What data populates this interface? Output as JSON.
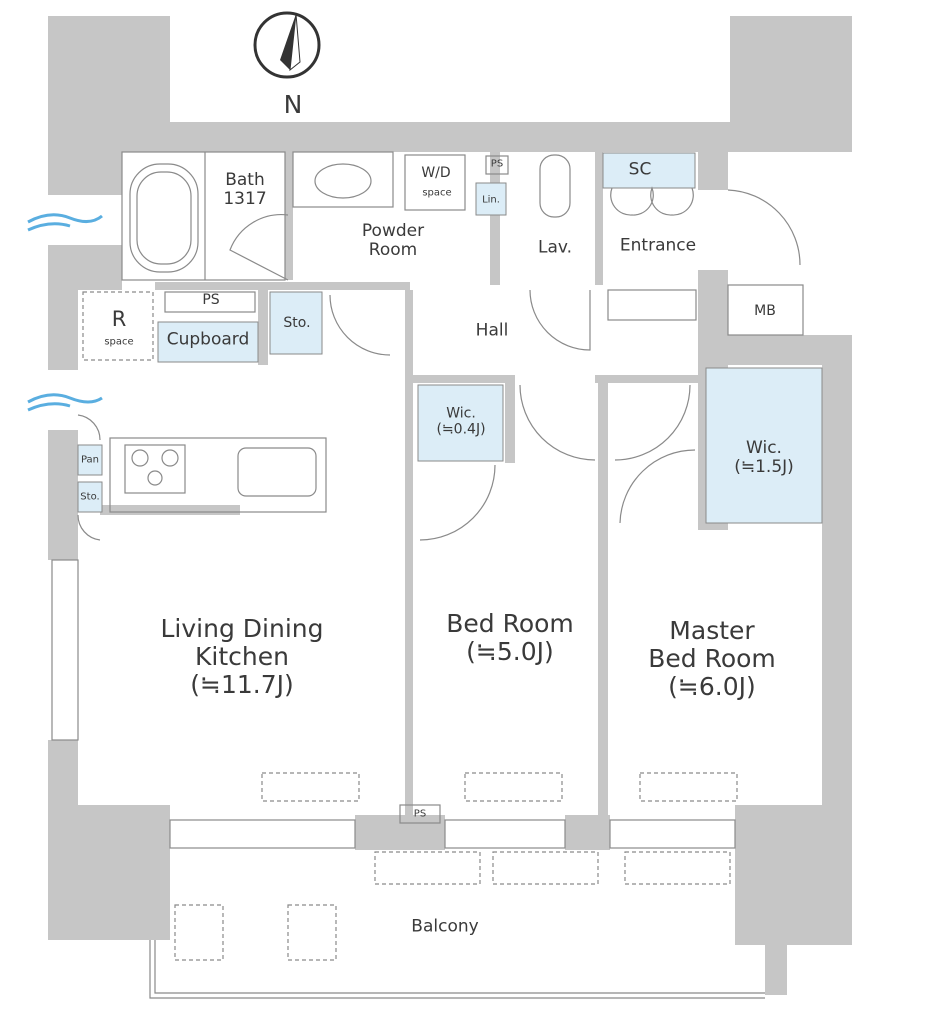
{
  "compass": {
    "label": "N"
  },
  "rooms": {
    "bath": [
      "Bath",
      "1317"
    ],
    "powder_room": [
      "Powder",
      "Room"
    ],
    "wd": "W/D",
    "wd_space": "space",
    "ps_top": "PS",
    "lin": "Lin.",
    "lav": "Lav.",
    "sc": "SC",
    "entrance": "Entrance",
    "mb": "MB",
    "r": "R",
    "r_space": "space",
    "ps_mid": "PS",
    "cupboard": "Cupboard",
    "sto_top": "Sto.",
    "hall": "Hall",
    "wic_small": [
      "Wic.",
      "(≒0.4J)"
    ],
    "wic_large": [
      "Wic.",
      "(≒1.5J)"
    ],
    "pan": "Pan",
    "sto_kitchen": "Sto.",
    "ldk": [
      "Living Dining",
      "Kitchen",
      "(≒11.7J)"
    ],
    "bedroom": [
      "Bed Room",
      "(≒5.0J)"
    ],
    "master": [
      "Master",
      "Bed Room",
      "(≒6.0J)"
    ],
    "ps_bottom": "PS",
    "balcony": "Balcony"
  },
  "colors": {
    "wall": "#c6c6c6",
    "storage": "#dcedf7",
    "line": "#8a8a8a",
    "wind": "#5aaee0"
  }
}
